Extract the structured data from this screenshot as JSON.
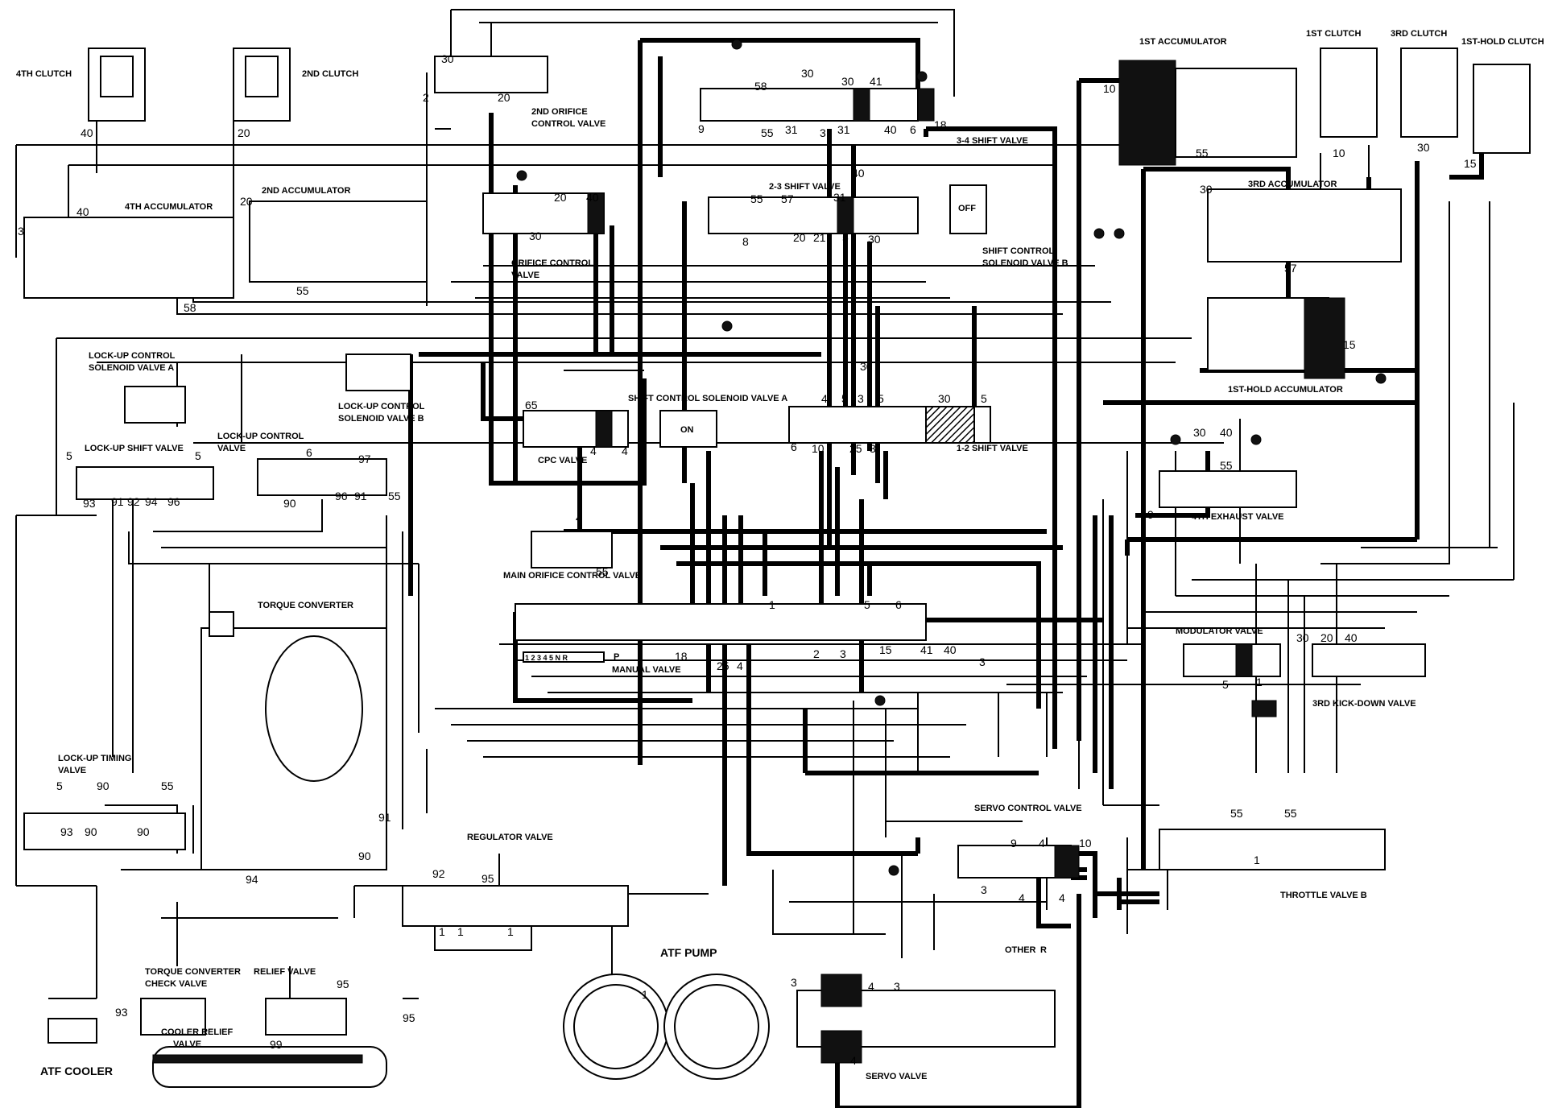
{
  "components": {
    "clutch_4th": "4TH CLUTCH",
    "clutch_2nd": "2ND CLUTCH",
    "accum_1st": "1ST ACCUMULATOR",
    "clutch_1st": "1ST CLUTCH",
    "clutch_3rd": "3RD CLUTCH",
    "clutch_1st_hold": "1ST-HOLD CLUTCH",
    "orifice_2nd_a": "2ND ORIFICE",
    "orifice_2nd_b": "CONTROL VALVE",
    "shift_34": "3-4 SHIFT VALVE",
    "accum_4th": "4TH ACCUMULATOR",
    "accum_2nd": "2ND ACCUMULATOR",
    "shift_23": "2-3 SHIFT VALVE",
    "accum_3rd": "3RD ACCUMULATOR",
    "off_label": "OFF",
    "solenoid_b_a": "SHIFT CONTROL",
    "solenoid_b_b": "SOLENOID VALVE B",
    "orifice_ctrl_a": "ORIFICE CONTROL",
    "orifice_ctrl_b": "VALVE",
    "lockup_sol_a_1": "LOCK-UP CONTROL",
    "lockup_sol_a_2": "SOLENOID VALVE A",
    "lockup_sol_b_1": "LOCK-UP CONTROL",
    "lockup_sol_b_2": "SOLENOID VALVE B",
    "accum_1st_hold": "1ST-HOLD ACCUMULATOR",
    "solenoid_a": "SHIFT CONTROL SOLENOID VALVE A",
    "on_label": "ON",
    "lockup_shift": "LOCK-UP SHIFT VALVE",
    "lockup_ctrl_1": "LOCK-UP CONTROL",
    "lockup_ctrl_2": "VALVE",
    "cpc_valve": "CPC VALVE",
    "shift_12": "1-2 SHIFT VALVE",
    "exhaust_4th": "4TH EXHAUST VALVE",
    "main_orifice": "MAIN ORIFICE CONTROL VALVE",
    "torque_converter": "TORQUE CONVERTER",
    "manual_valve": "MANUAL VALVE",
    "modulator": "MODULATOR VALVE",
    "kickdown_3rd": "3RD KICK-DOWN VALVE",
    "lockup_timing_1": "LOCK-UP TIMING",
    "lockup_timing_2": "VALVE",
    "servo_control": "SERVO CONTROL VALVE",
    "regulator": "REGULATOR VALVE",
    "throttle_b": "THROTTLE VALVE B",
    "atf_pump": "ATF PUMP",
    "other": "OTHER",
    "r_label": "R",
    "tc_check_1": "TORQUE CONVERTER",
    "tc_check_2": "CHECK VALVE",
    "relief": "RELIEF VALVE",
    "cooler_relief_1": "COOLER RELIEF",
    "cooler_relief_2": "VALVE",
    "servo": "SERVO VALVE",
    "atf_cooler": "ATF COOLER",
    "p_label": "P",
    "gear_positions": "1 2 3 4 5 N R"
  },
  "ports": [
    {
      "id": "p-40-a",
      "t": "40"
    },
    {
      "id": "p-20-a",
      "t": "20"
    },
    {
      "id": "p-30-a",
      "t": "30"
    },
    {
      "id": "p-2-a",
      "t": "2"
    },
    {
      "id": "p-20-b",
      "t": "20"
    },
    {
      "id": "p-58-a",
      "t": "58"
    },
    {
      "id": "p-30-b",
      "t": "30"
    },
    {
      "id": "p-30-c",
      "t": "30"
    },
    {
      "id": "p-41-a",
      "t": "41"
    },
    {
      "id": "p-10-a",
      "t": "10"
    },
    {
      "id": "p-9-a",
      "t": "9"
    },
    {
      "id": "p-55-a",
      "t": "55"
    },
    {
      "id": "p-31-a",
      "t": "31"
    },
    {
      "id": "p-3-a",
      "t": "3"
    },
    {
      "id": "p-31-b",
      "t": "31"
    },
    {
      "id": "p-40-b",
      "t": "40"
    },
    {
      "id": "p-6-a",
      "t": "6"
    },
    {
      "id": "p-18-a",
      "t": "18"
    },
    {
      "id": "p-55-b",
      "t": "55"
    },
    {
      "id": "p-10-b",
      "t": "10"
    },
    {
      "id": "p-30-d",
      "t": "30"
    },
    {
      "id": "p-15-a",
      "t": "15"
    },
    {
      "id": "p-40-c",
      "t": "40"
    },
    {
      "id": "p-40-d",
      "t": "40"
    },
    {
      "id": "p-20-c",
      "t": "20"
    },
    {
      "id": "p-3-b",
      "t": "3"
    },
    {
      "id": "p-20-d",
      "t": "20"
    },
    {
      "id": "p-40-e",
      "t": "40"
    },
    {
      "id": "p-55-c",
      "t": "55"
    },
    {
      "id": "p-57-a",
      "t": "57"
    },
    {
      "id": "p-31-c",
      "t": "31"
    },
    {
      "id": "p-30-e",
      "t": "30"
    },
    {
      "id": "p-8-a",
      "t": "8"
    },
    {
      "id": "p-20-e",
      "t": "20"
    },
    {
      "id": "p-21-a",
      "t": "21"
    },
    {
      "id": "p-5-a",
      "t": "5"
    },
    {
      "id": "p-30-f",
      "t": "30"
    },
    {
      "id": "p-30-g",
      "t": "30"
    },
    {
      "id": "p-55-d",
      "t": "55"
    },
    {
      "id": "p-57-b",
      "t": "57"
    },
    {
      "id": "p-58-b",
      "t": "58"
    },
    {
      "id": "p-15-b",
      "t": "15"
    },
    {
      "id": "p-65-a",
      "t": "65"
    },
    {
      "id": "p-4-a",
      "t": "4"
    },
    {
      "id": "p-4-b",
      "t": "4"
    },
    {
      "id": "p-4-c",
      "t": "4"
    },
    {
      "id": "p-5-b",
      "t": "5"
    },
    {
      "id": "p-3-c",
      "t": "3"
    },
    {
      "id": "p-5-c",
      "t": "5"
    },
    {
      "id": "p-30-h",
      "t": "30"
    },
    {
      "id": "p-5-d",
      "t": "5"
    },
    {
      "id": "p-30-i",
      "t": "30"
    },
    {
      "id": "p-6-b",
      "t": "6"
    },
    {
      "id": "p-10-c",
      "t": "10"
    },
    {
      "id": "p-25-a",
      "t": "25"
    },
    {
      "id": "p-3-d",
      "t": "3"
    },
    {
      "id": "p-30-j",
      "t": "30"
    },
    {
      "id": "p-40-f",
      "t": "40"
    },
    {
      "id": "p-55-e",
      "t": "55"
    },
    {
      "id": "p-9-b",
      "t": "9"
    },
    {
      "id": "p-5-e",
      "t": "5"
    },
    {
      "id": "p-5-f",
      "t": "5"
    },
    {
      "id": "p-6-c",
      "t": "6"
    },
    {
      "id": "p-97-a",
      "t": "97"
    },
    {
      "id": "p-93-a",
      "t": "93"
    },
    {
      "id": "p-91-a",
      "t": "91"
    },
    {
      "id": "p-92-a",
      "t": "92"
    },
    {
      "id": "p-94-a",
      "t": "94"
    },
    {
      "id": "p-96-a",
      "t": "96"
    },
    {
      "id": "p-90-a",
      "t": "90"
    },
    {
      "id": "p-96-b",
      "t": "96"
    },
    {
      "id": "p-91-b",
      "t": "91"
    },
    {
      "id": "p-55-f",
      "t": "55"
    },
    {
      "id": "p-4-d",
      "t": "4"
    },
    {
      "id": "p-55-g",
      "t": "55"
    },
    {
      "id": "p-1-a",
      "t": "1"
    },
    {
      "id": "p-5-g",
      "t": "5"
    },
    {
      "id": "p-6-d",
      "t": "6"
    },
    {
      "id": "p-18-b",
      "t": "18"
    },
    {
      "id": "p-25-b",
      "t": "25"
    },
    {
      "id": "p-4-e",
      "t": "4"
    },
    {
      "id": "p-2-b",
      "t": "2"
    },
    {
      "id": "p-3-e",
      "t": "3"
    },
    {
      "id": "p-15-c",
      "t": "15"
    },
    {
      "id": "p-41-b",
      "t": "41"
    },
    {
      "id": "p-40-g",
      "t": "40"
    },
    {
      "id": "p-3-f",
      "t": "3"
    },
    {
      "id": "p-5-h",
      "t": "5"
    },
    {
      "id": "p-1-b",
      "t": "1"
    },
    {
      "id": "p-30-k",
      "t": "30"
    },
    {
      "id": "p-20-f",
      "t": "20"
    },
    {
      "id": "p-40-h",
      "t": "40"
    },
    {
      "id": "p-5-i",
      "t": "5"
    },
    {
      "id": "p-90-b",
      "t": "90"
    },
    {
      "id": "p-55-h",
      "t": "55"
    },
    {
      "id": "p-93-b",
      "t": "93"
    },
    {
      "id": "p-90-c",
      "t": "90"
    },
    {
      "id": "p-90-d",
      "t": "90"
    },
    {
      "id": "p-91-c",
      "t": "91"
    },
    {
      "id": "p-90-e",
      "t": "90"
    },
    {
      "id": "p-94-b",
      "t": "94"
    },
    {
      "id": "p-9-c",
      "t": "9"
    },
    {
      "id": "p-4-f",
      "t": "4"
    },
    {
      "id": "p-10-d",
      "t": "10"
    },
    {
      "id": "p-3-g",
      "t": "3"
    },
    {
      "id": "p-4-g",
      "t": "4"
    },
    {
      "id": "p-4-h",
      "t": "4"
    },
    {
      "id": "p-55-i",
      "t": "55"
    },
    {
      "id": "p-55-j",
      "t": "55"
    },
    {
      "id": "p-1-c",
      "t": "1"
    },
    {
      "id": "p-92-b",
      "t": "92"
    },
    {
      "id": "p-95-a",
      "t": "95"
    },
    {
      "id": "p-1-d",
      "t": "1"
    },
    {
      "id": "p-1-e",
      "t": "1"
    },
    {
      "id": "p-1-f",
      "t": "1"
    },
    {
      "id": "p-1-g",
      "t": "1"
    },
    {
      "id": "p-3-h",
      "t": "3"
    },
    {
      "id": "p-4-i",
      "t": "4"
    },
    {
      "id": "p-3-i",
      "t": "3"
    },
    {
      "id": "p-93-c",
      "t": "93"
    },
    {
      "id": "p-95-b",
      "t": "95"
    },
    {
      "id": "p-95-c",
      "t": "95"
    },
    {
      "id": "p-99-a",
      "t": "99"
    },
    {
      "id": "p-4-j",
      "t": "4"
    }
  ]
}
